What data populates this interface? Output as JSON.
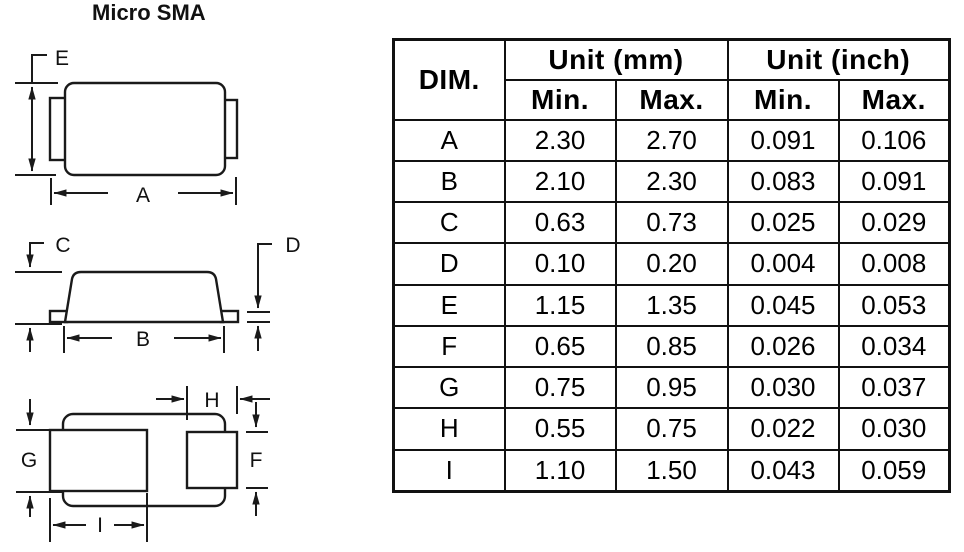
{
  "title": "Micro SMA",
  "table": {
    "headers": {
      "dim": "DIM.",
      "unit_mm": "Unit (mm)",
      "unit_inch": "Unit (inch)",
      "min": "Min.",
      "max": "Max."
    },
    "rows": [
      {
        "dim": "A",
        "mm_min": "2.30",
        "mm_max": "2.70",
        "in_min": "0.091",
        "in_max": "0.106"
      },
      {
        "dim": "B",
        "mm_min": "2.10",
        "mm_max": "2.30",
        "in_min": "0.083",
        "in_max": "0.091"
      },
      {
        "dim": "C",
        "mm_min": "0.63",
        "mm_max": "0.73",
        "in_min": "0.025",
        "in_max": "0.029"
      },
      {
        "dim": "D",
        "mm_min": "0.10",
        "mm_max": "0.20",
        "in_min": "0.004",
        "in_max": "0.008"
      },
      {
        "dim": "E",
        "mm_min": "1.15",
        "mm_max": "1.35",
        "in_min": "0.045",
        "in_max": "0.053"
      },
      {
        "dim": "F",
        "mm_min": "0.65",
        "mm_max": "0.85",
        "in_min": "0.026",
        "in_max": "0.034"
      },
      {
        "dim": "G",
        "mm_min": "0.75",
        "mm_max": "0.95",
        "in_min": "0.030",
        "in_max": "0.037"
      },
      {
        "dim": "H",
        "mm_min": "0.55",
        "mm_max": "0.75",
        "in_min": "0.022",
        "in_max": "0.030"
      },
      {
        "dim": "I",
        "mm_min": "1.10",
        "mm_max": "1.50",
        "in_min": "0.043",
        "in_max": "0.059"
      }
    ]
  },
  "drawings": {
    "labels": {
      "A": "A",
      "B": "B",
      "C": "C",
      "D": "D",
      "E": "E",
      "F": "F",
      "G": "G",
      "H": "H",
      "I": "I"
    }
  },
  "colors": {
    "line": "#1a1a1a",
    "text": "#000000",
    "background": "#ffffff"
  }
}
